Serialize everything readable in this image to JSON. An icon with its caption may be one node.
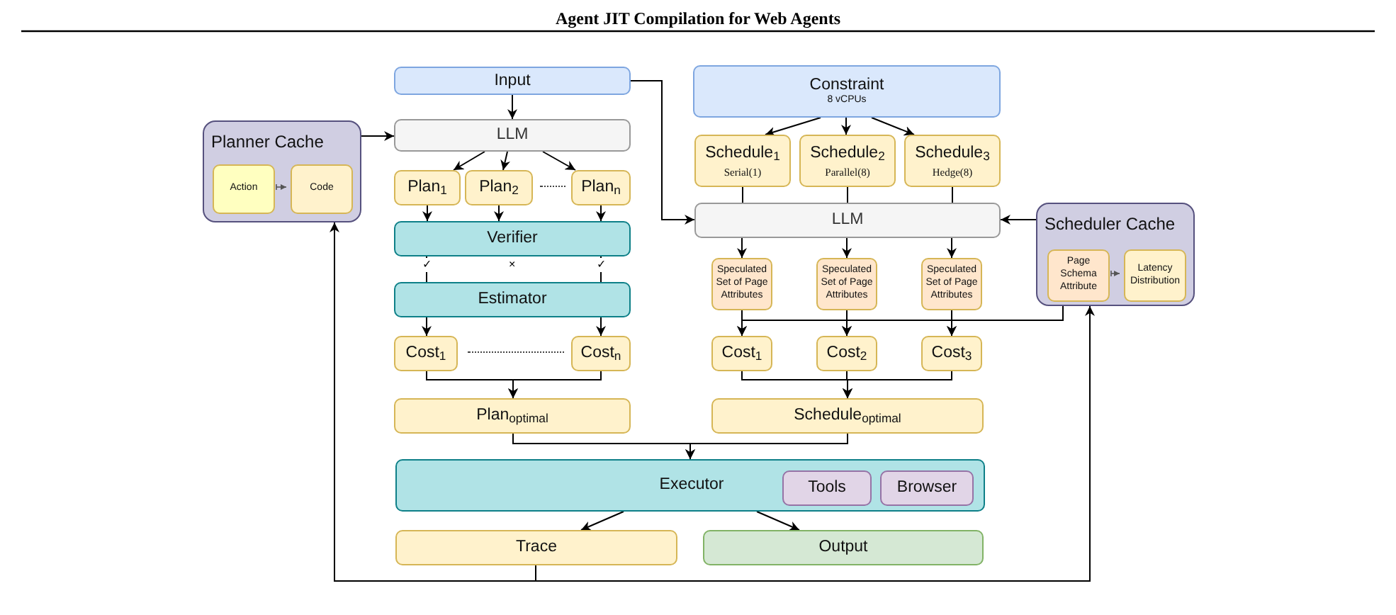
{
  "diagram": {
    "title": "Agent JIT Compilation for Web Agents",
    "nodes": [
      {
        "text": [
          "Input"
        ]
      },
      {
        "text": [
          "Planner Cache"
        ]
      },
      {
        "text": [
          "Action"
        ],
        "in": 1
      },
      {
        "text": [
          "Code"
        ],
        "in": 1
      },
      {
        "text": [
          "LLM"
        ]
      },
      {
        "text": [
          "Plan$_{1}$"
        ]
      },
      {
        "text": [
          "Plan$_{2}$"
        ]
      },
      {
        "text": [
          "Plan$_{n}$"
        ]
      },
      {
        "text": [
          "Verifier"
        ]
      },
      {
        "text": [
          "Estimator"
        ]
      },
      {
        "text": [
          "Cost$_{1}$"
        ]
      },
      {
        "text": [
          "Cost$_{n}$"
        ]
      },
      {
        "text": [
          "Plan$_{optimal}$"
        ]
      },
      {
        "text": [
          "Constraint",
          "8 vCPUs"
        ]
      },
      {
        "text": [
          "Schedule$_{1}$",
          "Serial(1)"
        ]
      },
      {
        "text": [
          "Schedule$_{2}$",
          "Parallel(8)"
        ]
      },
      {
        "text": [
          "Schedule$_{3}$",
          "Hedge(8)"
        ]
      },
      {
        "text": [
          "LLM"
        ]
      },
      {
        "text": [
          "Scheduler Cache"
        ]
      },
      {
        "text": [
          "Page Schema Attribute"
        ],
        "in": 18
      },
      {
        "text": [
          "Latency Distribution"
        ],
        "in": 18
      },
      {
        "text": [
          "Speculated Set of Page Attributes"
        ]
      },
      {
        "text": [
          "Speculated Set of Page Attributes"
        ]
      },
      {
        "text": [
          "Speculated Set of Page Attributes"
        ]
      },
      {
        "text": [
          "Cost$_{1}$"
        ]
      },
      {
        "text": [
          "Cost$_{2}$"
        ]
      },
      {
        "text": [
          "Cost$_{3}$"
        ]
      },
      {
        "text": [
          "Schedule$_{optimal}$"
        ]
      },
      {
        "text": [
          "Executor"
        ]
      },
      {
        "text": [
          "Tools"
        ],
        "in": 28
      },
      {
        "text": [
          "Browser"
        ],
        "in": 28
      },
      {
        "text": [
          "Trace"
        ]
      },
      {
        "text": [
          "Output"
        ]
      }
    ],
    "edges": [
      {
        "from": 0,
        "to": 4,
        "arrow": "to"
      },
      {
        "from": 0,
        "to": 17,
        "arrow": "to"
      },
      {
        "from": 1,
        "to": 4,
        "arrow": "to"
      },
      {
        "from": 2,
        "to": 3,
        "arrow": "to"
      },
      {
        "from": 4,
        "to": 5,
        "arrow": "to"
      },
      {
        "from": 4,
        "to": 6,
        "arrow": "to"
      },
      {
        "from": 4,
        "to": 7,
        "arrow": "to"
      },
      {
        "from": 5,
        "to": 8,
        "arrow": "to"
      },
      {
        "from": 6,
        "to": 8,
        "arrow": "to"
      },
      {
        "from": 7,
        "to": 8,
        "arrow": "to"
      },
      {
        "from": 8,
        "to": 9,
        "arrow": "none",
        "label": "✓"
      },
      {
        "from": 8,
        "to": 9,
        "arrow": "none",
        "label": "✓"
      },
      {
        "from": 9,
        "to": 10,
        "arrow": "to"
      },
      {
        "from": 9,
        "to": 11,
        "arrow": "to"
      },
      {
        "from": 10,
        "to": 12,
        "arrow": "to"
      },
      {
        "from": 11,
        "to": 12,
        "arrow": "to"
      },
      {
        "from": 13,
        "to": 14,
        "arrow": "to"
      },
      {
        "from": 13,
        "to": 15,
        "arrow": "to"
      },
      {
        "from": 13,
        "to": 16,
        "arrow": "to"
      },
      {
        "from": 14,
        "to": 17,
        "arrow": "none"
      },
      {
        "from": 15,
        "to": 17,
        "arrow": "none"
      },
      {
        "from": 16,
        "to": 17,
        "arrow": "none"
      },
      {
        "from": 18,
        "to": 17,
        "arrow": "to"
      },
      {
        "from": 17,
        "to": 21,
        "arrow": "to"
      },
      {
        "from": 17,
        "to": 22,
        "arrow": "to"
      },
      {
        "from": 17,
        "to": 23,
        "arrow": "to"
      },
      {
        "from": 21,
        "to": 24,
        "arrow": "to"
      },
      {
        "from": 22,
        "to": 25,
        "arrow": "to"
      },
      {
        "from": 23,
        "to": 26,
        "arrow": "to"
      },
      {
        "from": 18,
        "to": 24,
        "arrow": "to"
      },
      {
        "from": 18,
        "to": 25,
        "arrow": "to"
      },
      {
        "from": 18,
        "to": 26,
        "arrow": "to"
      },
      {
        "from": 19,
        "to": 20,
        "arrow": "to"
      },
      {
        "from": 24,
        "to": 27,
        "arrow": "to"
      },
      {
        "from": 25,
        "to": 27,
        "arrow": "to"
      },
      {
        "from": 26,
        "to": 27,
        "arrow": "to"
      },
      {
        "from": 12,
        "to": 28,
        "arrow": "to"
      },
      {
        "from": 27,
        "to": 28,
        "arrow": "to"
      },
      {
        "from": 28,
        "to": 31,
        "arrow": "to"
      },
      {
        "from": 28,
        "to": 32,
        "arrow": "to"
      },
      {
        "from": 31,
        "to": 1,
        "arrow": "to"
      },
      {
        "from": 31,
        "to": 18,
        "arrow": "to"
      }
    ],
    "labels": [
      "×"
    ]
  }
}
